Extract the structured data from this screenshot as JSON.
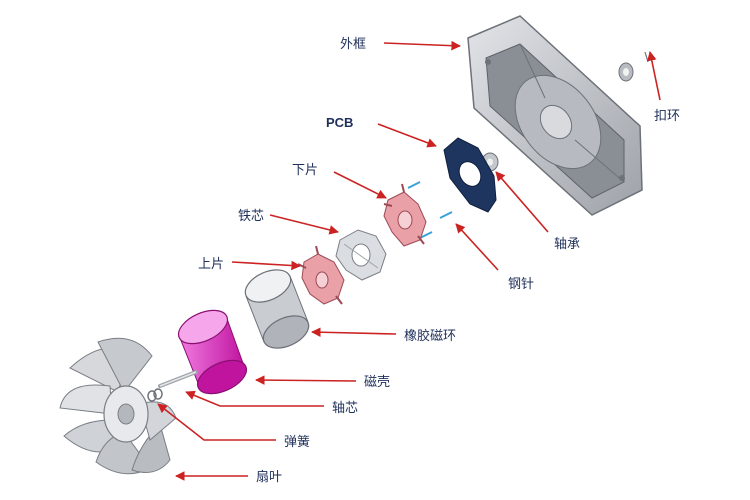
{
  "colors": {
    "arrow": "#cc2222",
    "label": "#1f2f5a",
    "magnet": "#e236c8",
    "pcb": "#1e3560",
    "metal": "#c9ccd1",
    "pink_part": "#e9a0a6"
  },
  "labels": {
    "frame": "外框",
    "clip_ring": "扣环",
    "pcb": "PCB",
    "bearing": "轴承",
    "lower_piece": "下片",
    "iron_core": "铁芯",
    "steel_pin": "钢针",
    "upper_piece": "上片",
    "rubber_magnet_ring": "橡胶磁环",
    "magnet_housing": "磁壳",
    "shaft_core": "轴芯",
    "spring": "弹簧",
    "fan_blade": "扇叶"
  }
}
